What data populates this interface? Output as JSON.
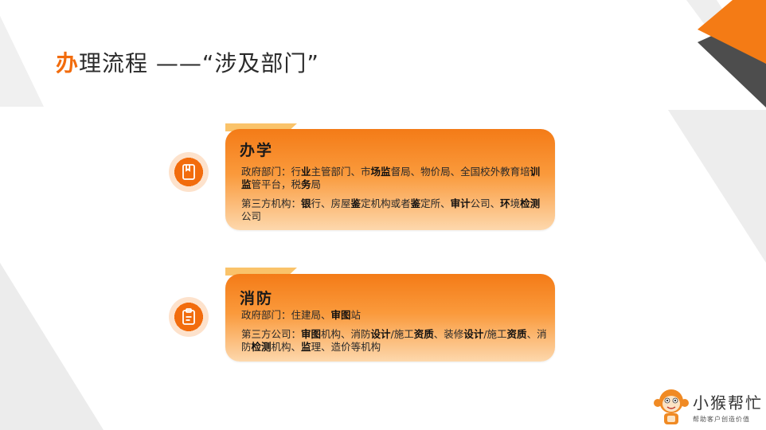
{
  "title": {
    "accent": "办",
    "rest": "理流程 ——“涉及部门”"
  },
  "cards": [
    {
      "icon": "notebook-icon",
      "title": "办学",
      "lines": [
        [
          {
            "t": "政府部门：行",
            "b": false
          },
          {
            "t": "业",
            "b": true
          },
          {
            "t": "主管部门、市",
            "b": false
          },
          {
            "t": "场监",
            "b": true
          },
          {
            "t": "督局、物价局、全国校外教育培",
            "b": false
          },
          {
            "t": "训监",
            "b": true
          },
          {
            "t": "管平台，税",
            "b": false
          },
          {
            "t": "务",
            "b": true
          },
          {
            "t": "局",
            "b": false
          }
        ],
        [
          {
            "t": "第三方机构：",
            "b": false
          },
          {
            "t": "银",
            "b": true
          },
          {
            "t": "行、房屋",
            "b": false
          },
          {
            "t": "鉴",
            "b": true
          },
          {
            "t": "定机构或者",
            "b": false
          },
          {
            "t": "鉴",
            "b": true
          },
          {
            "t": "定所、",
            "b": false
          },
          {
            "t": "审计",
            "b": true
          },
          {
            "t": "公司、",
            "b": false
          },
          {
            "t": "环",
            "b": true
          },
          {
            "t": "境",
            "b": false
          },
          {
            "t": "检测",
            "b": true
          },
          {
            "t": "公司",
            "b": false
          }
        ]
      ]
    },
    {
      "icon": "clipboard-icon",
      "title": "消防",
      "lines": [
        [
          {
            "t": "政府部门：住建局、",
            "b": false
          },
          {
            "t": "审图",
            "b": true
          },
          {
            "t": "站",
            "b": false
          }
        ],
        [
          {
            "t": "第三方公司：",
            "b": false
          },
          {
            "t": "审图",
            "b": true
          },
          {
            "t": "机构、消防",
            "b": false
          },
          {
            "t": "设计",
            "b": true
          },
          {
            "t": "/施工",
            "b": false
          },
          {
            "t": "资质",
            "b": true
          },
          {
            "t": "、装修",
            "b": false
          },
          {
            "t": "设计",
            "b": true
          },
          {
            "t": "/施工",
            "b": false
          },
          {
            "t": "资质",
            "b": true
          },
          {
            "t": "、消防",
            "b": false
          },
          {
            "t": "检测",
            "b": true
          },
          {
            "t": "机构、",
            "b": false
          },
          {
            "t": "监",
            "b": true
          },
          {
            "t": "理、造价等机构",
            "b": false
          }
        ]
      ]
    }
  ],
  "logo": {
    "name": "小猴帮忙",
    "slogan": "帮助客户创造价值",
    "icon": "monkey-mascot-icon"
  },
  "colors": {
    "accent": "#f26c0d",
    "grey": "#4a4a4a",
    "light": "#eeeeee"
  }
}
